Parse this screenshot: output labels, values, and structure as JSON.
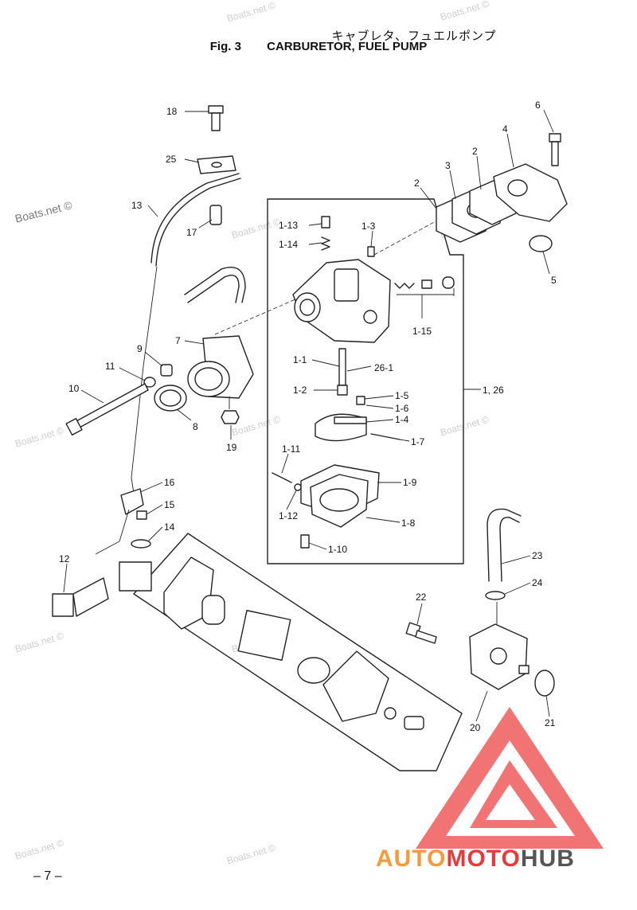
{
  "header": {
    "title_jp": "キャブレタ、フュエルポンプ",
    "fig": "Fig. 3",
    "title_en": "CARBURETOR, FUEL PUMP"
  },
  "page_number": "– 7 –",
  "watermark": "Boats.net ©",
  "brand": {
    "part1": "AUTO",
    "part2": "MOTO",
    "part3": "HUB"
  },
  "callouts": [
    "18",
    "25",
    "13",
    "17",
    "6",
    "4",
    "2",
    "3",
    "2",
    "5",
    "1-13",
    "1-14",
    "1-3",
    "1-15",
    "9",
    "7",
    "11",
    "10",
    "8",
    "19",
    "1-1",
    "26-1",
    "1-2",
    "1-5",
    "1-6",
    "1-4",
    "1, 26",
    "1-7",
    "1-11",
    "1-9",
    "1-12",
    "1-8",
    "1-10",
    "16",
    "15",
    "14",
    "12",
    "23",
    "24",
    "22",
    "21",
    "20"
  ],
  "colors": {
    "ink": "#222222",
    "brand_orange": "#f39a3a",
    "brand_red": "#e83a3a",
    "brand_gray": "#555555"
  }
}
